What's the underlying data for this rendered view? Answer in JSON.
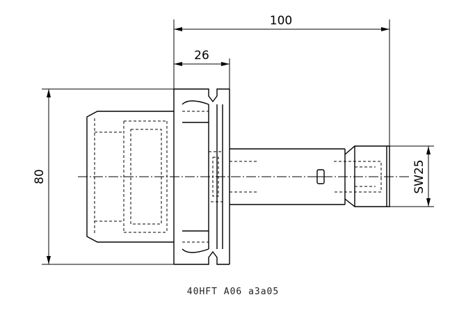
{
  "dimensions": {
    "overall_length": "100",
    "flange_length": "26",
    "diameter": "80",
    "wrench_flat": "SW25"
  },
  "caption": "40HFT A06 a3a05"
}
